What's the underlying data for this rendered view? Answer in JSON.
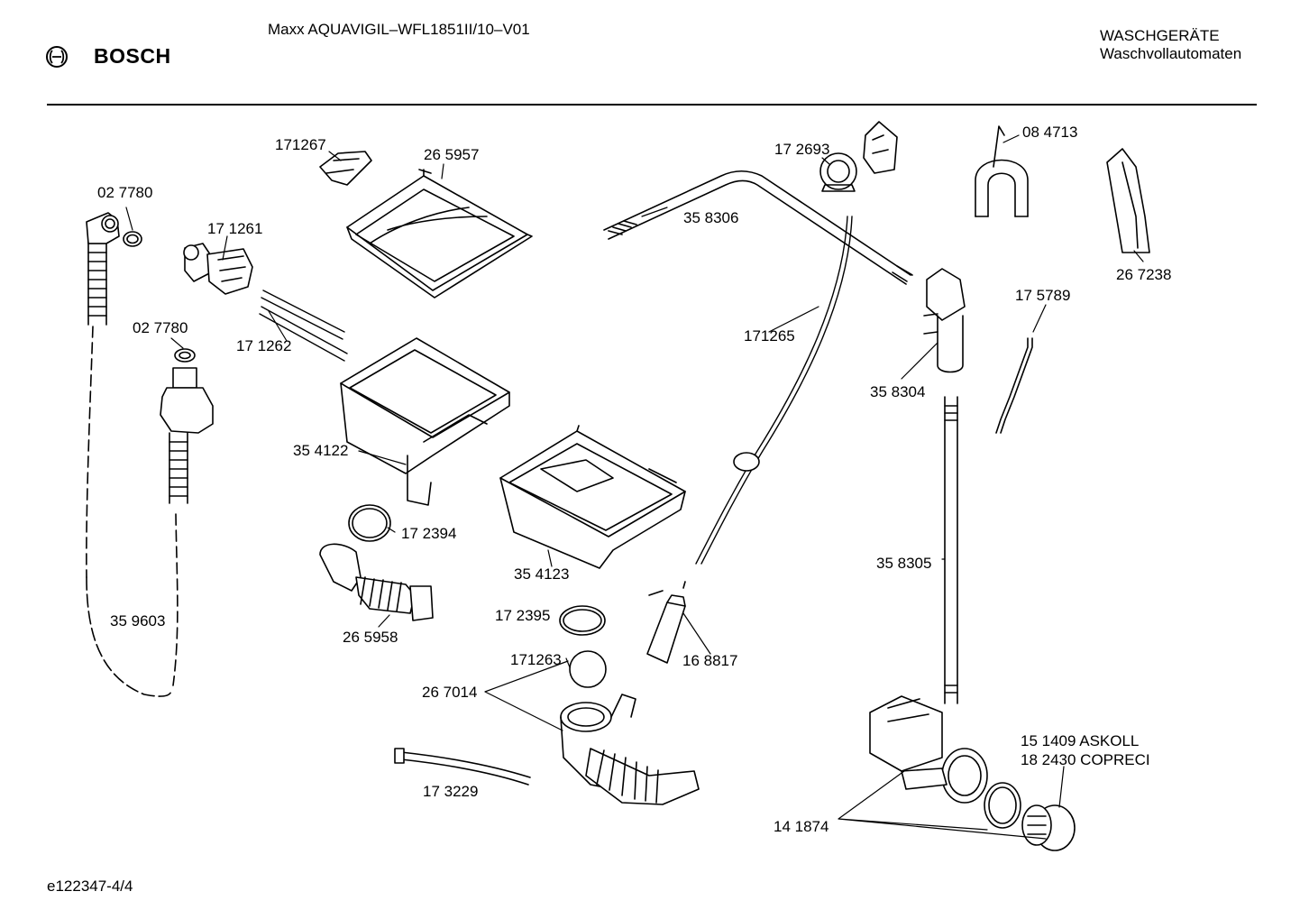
{
  "header": {
    "model": "Maxx AQUAVIGIL–WFL1851II/10–V01",
    "brand": "BOSCH",
    "category": "WASCHGERÄTE",
    "subcategory": "Waschvollautomaten"
  },
  "parts": {
    "p_027780_a": "02 7780",
    "p_027780_b": "02 7780",
    "p_171261": "17 1261",
    "p_171262": "17 1262",
    "p_171267": "171267",
    "p_265957": "26 5957",
    "p_354122": "35 4122",
    "p_172394": "17 2394",
    "p_265958": "26 5958",
    "p_359603": "35 9603",
    "p_354123": "35 4123",
    "p_172395": "17 2395",
    "p_171263": "171263",
    "p_267014": "26 7014",
    "p_173229": "17 3229",
    "p_168817": "16 8817",
    "p_171265": "171265",
    "p_358306": "35 8306",
    "p_172693": "17 2693",
    "p_084713": "08 4713",
    "p_267238": "26 7238",
    "p_175789": "17 5789",
    "p_358304": "35 8304",
    "p_358305": "35 8305",
    "p_151409": "15 1409  ASKOLL",
    "p_182430": "18 2430  COPRECI",
    "p_141874": "14 1874"
  },
  "footer": {
    "code": "e122347-4/4"
  }
}
